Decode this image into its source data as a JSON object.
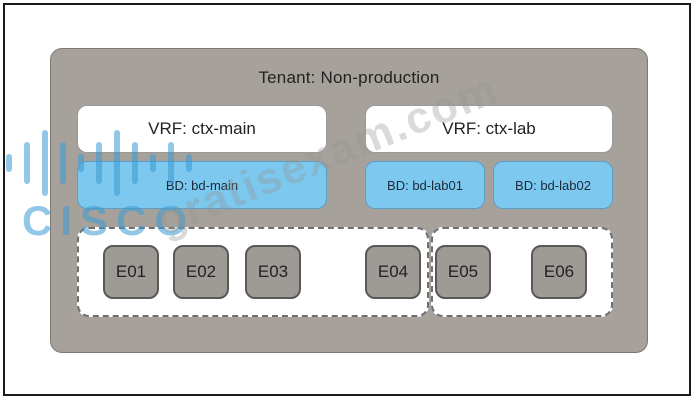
{
  "tenant": {
    "label": "Tenant: Non-production"
  },
  "vrfs": [
    {
      "label": "VRF: ctx-main"
    },
    {
      "label": "VRF: ctx-lab"
    }
  ],
  "bridge_domains": [
    {
      "label": "BD: bd-main"
    },
    {
      "label": "BD: bd-lab01"
    },
    {
      "label": "BD: bd-lab02"
    }
  ],
  "endpoints": [
    "E01",
    "E02",
    "E03",
    "E04",
    "E05",
    "E06"
  ],
  "watermark": {
    "logo": "cisco-logo",
    "text": "gratisexam.com"
  },
  "colors": {
    "tenant_bg": "#a6a29b",
    "bd_fill": "#7cc8ee",
    "epg_fill": "#9e9b96"
  }
}
